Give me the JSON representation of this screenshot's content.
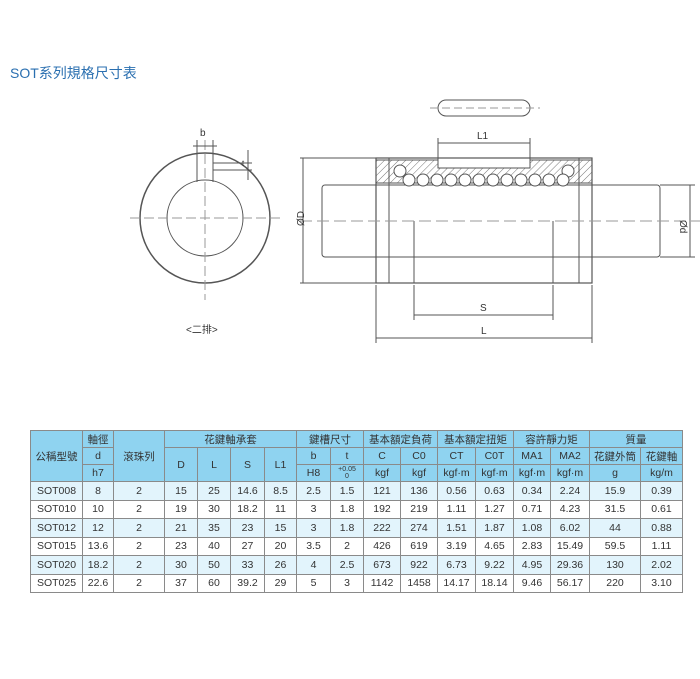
{
  "title": "SOT系列規格尺寸表",
  "diagram": {
    "b": "b",
    "t": "t",
    "L1": "L1",
    "OD": "ØD",
    "Od": "Ød",
    "S": "S",
    "L": "L",
    "caption": "<二排>"
  },
  "table": {
    "h": {
      "model": "公稱型號",
      "shaft": "軸徑",
      "rows": "滾珠列",
      "bearing": "花鍵軸承套",
      "keyway": "鍵槽尺寸",
      "load": "基本額定負荷",
      "torque": "基本額定扭矩",
      "moment": "容許靜力矩",
      "mass": "質量"
    },
    "sub": [
      "d",
      "D",
      "L",
      "S",
      "L1",
      "b",
      "t",
      "C",
      "C0",
      "CT",
      "C0T",
      "MA1",
      "MA2",
      "花鍵外筒",
      "花鍵軸"
    ],
    "units": [
      "h7",
      "H8",
      "+0.05",
      "0",
      "kgf",
      "kgf",
      "kgf·m",
      "kgf·m",
      "kgf·m",
      "kgf·m",
      "g",
      "kg/m"
    ],
    "rows": [
      [
        "SOT008",
        "8",
        "2",
        "15",
        "25",
        "14.6",
        "8.5",
        "2.5",
        "1.5",
        "121",
        "136",
        "0.56",
        "0.63",
        "0.34",
        "2.24",
        "15.9",
        "0.39"
      ],
      [
        "SOT010",
        "10",
        "2",
        "19",
        "30",
        "18.2",
        "11",
        "3",
        "1.8",
        "192",
        "219",
        "1.11",
        "1.27",
        "0.71",
        "4.23",
        "31.5",
        "0.61"
      ],
      [
        "SOT012",
        "12",
        "2",
        "21",
        "35",
        "23",
        "15",
        "3",
        "1.8",
        "222",
        "274",
        "1.51",
        "1.87",
        "1.08",
        "6.02",
        "44",
        "0.88"
      ],
      [
        "SOT015",
        "13.6",
        "2",
        "23",
        "40",
        "27",
        "20",
        "3.5",
        "2",
        "426",
        "619",
        "3.19",
        "4.65",
        "2.83",
        "15.49",
        "59.5",
        "1.11"
      ],
      [
        "SOT020",
        "18.2",
        "2",
        "30",
        "50",
        "33",
        "26",
        "4",
        "2.5",
        "673",
        "922",
        "6.73",
        "9.22",
        "4.95",
        "29.36",
        "130",
        "2.02"
      ],
      [
        "SOT025",
        "22.6",
        "2",
        "37",
        "60",
        "39.2",
        "29",
        "5",
        "3",
        "1142",
        "1458",
        "14.17",
        "18.14",
        "9.46",
        "56.17",
        "220",
        "3.10"
      ]
    ]
  }
}
